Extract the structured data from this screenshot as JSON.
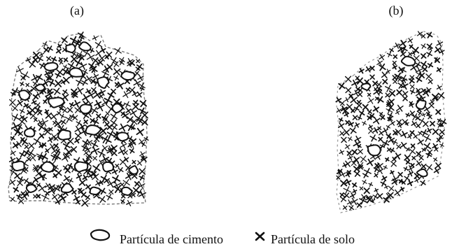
{
  "figure": {
    "panels": [
      {
        "id": "a",
        "label": "(a)"
      },
      {
        "id": "b",
        "label": "(b)"
      }
    ],
    "legend": {
      "cement_label": "Partícula de cimento",
      "soil_label": "Partícula de solo"
    }
  },
  "colors": {
    "ink": "#111111",
    "background": "#ffffff"
  },
  "icons": {
    "cement": "cement-particle-outline",
    "soil": "soil-particle-cross"
  }
}
